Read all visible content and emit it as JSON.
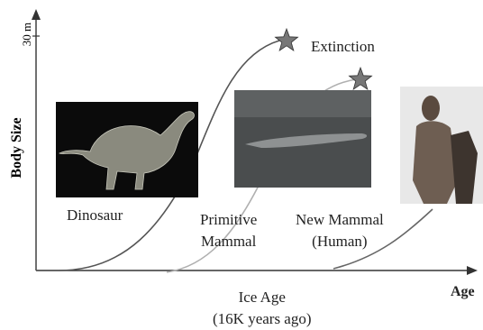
{
  "diagram": {
    "y_axis_label": "Body Size",
    "y_axis_tick": "30 m",
    "x_axis_label": "Age",
    "ice_age_line1": "Ice Age",
    "ice_age_line2": "(16K years ago)",
    "extinction_label": "Extinction",
    "dinosaur_label": "Dinosaur",
    "primitive_mammal_line1": "Primitive",
    "primitive_mammal_line2": "Mammal",
    "new_mammal_line1": "New Mammal",
    "new_mammal_line2": "(Human)",
    "curve_colors": {
      "dinosaur": "#555555",
      "primitive_mammal": "#b0b0b0",
      "new_mammal": "#666666"
    },
    "star_color": "#777777",
    "images": [
      {
        "subject": "dinosaur-photo"
      },
      {
        "subject": "whale-photo"
      },
      {
        "subject": "caveman-photo"
      }
    ]
  }
}
